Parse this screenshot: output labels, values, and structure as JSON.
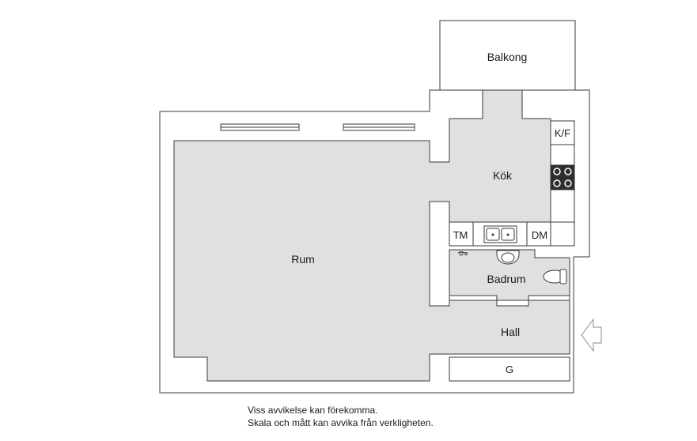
{
  "rooms": {
    "balkong": "Balkong",
    "kok": "Kök",
    "rum": "Rum",
    "badrum": "Badrum",
    "hall": "Hall"
  },
  "fixtures": {
    "kf": "K/F",
    "tm": "TM",
    "dm": "DM",
    "g": "G"
  },
  "icons": {
    "stove": "stove-icon",
    "sink": "kitchen-sink-icon",
    "washbasin": "washbasin-icon",
    "toilet": "toilet-icon",
    "shower": "shower-icon",
    "entrance": "entrance-arrow-icon"
  },
  "disclaimer": {
    "line1": "Viss avvikelse kan förekomma.",
    "line2": "Skala och mått kan avvika från verkligheten."
  },
  "colors": {
    "floor": "#e0e0e0",
    "wall": "#ffffff",
    "line": "#3a3a3a"
  }
}
